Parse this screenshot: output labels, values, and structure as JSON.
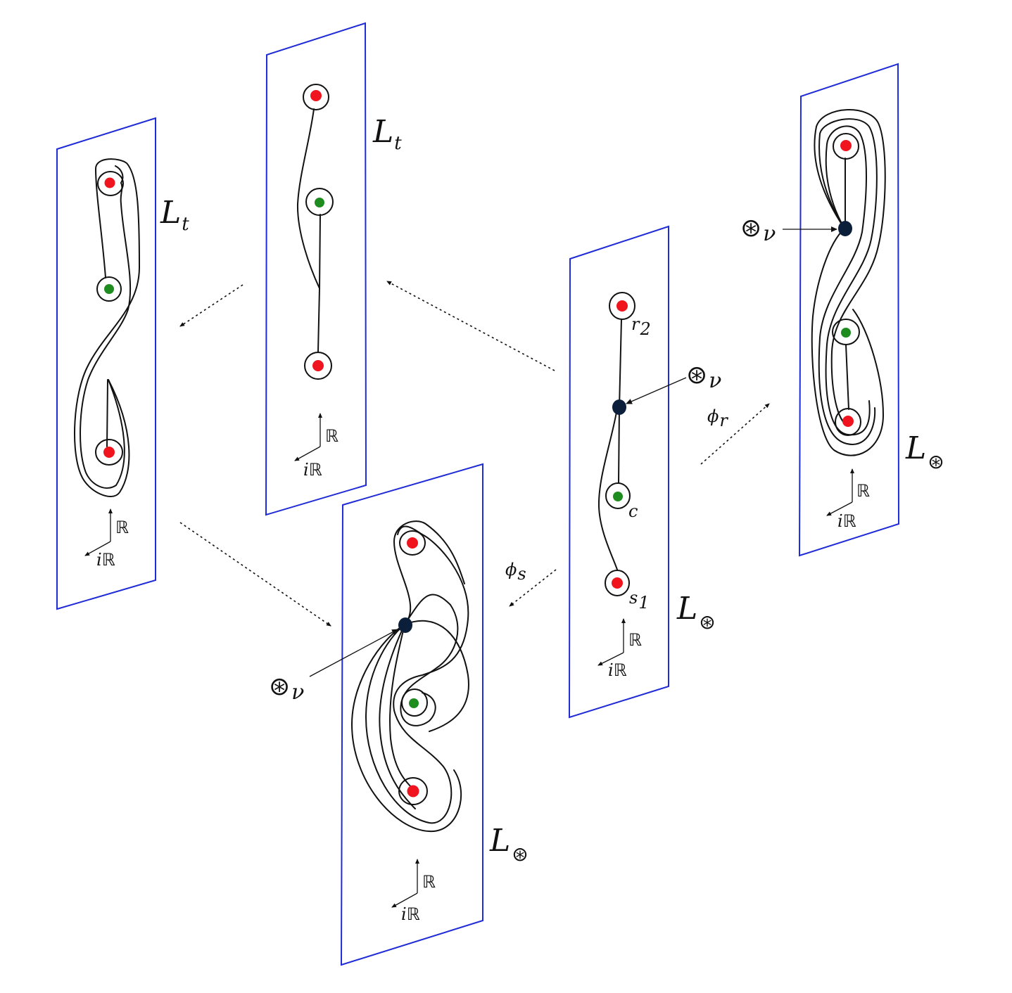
{
  "colors": {
    "plane_border": "#1f2bd6",
    "red_point": "#f0141e",
    "green_point": "#1e8c1e",
    "vertex": "#0b1f3a"
  },
  "labels": {
    "L": "L",
    "t": "t",
    "star": "⊛",
    "nu": "ν",
    "r2": "r",
    "r2_sub": "2",
    "s1": "s",
    "s1_sub": "1",
    "c": "c",
    "phi": "ϕ",
    "phi_r_sub": "r",
    "phi_s_sub": "s",
    "axis_real": "ℝ",
    "axis_imag_i": "i",
    "axis_imag": "ℝ"
  }
}
